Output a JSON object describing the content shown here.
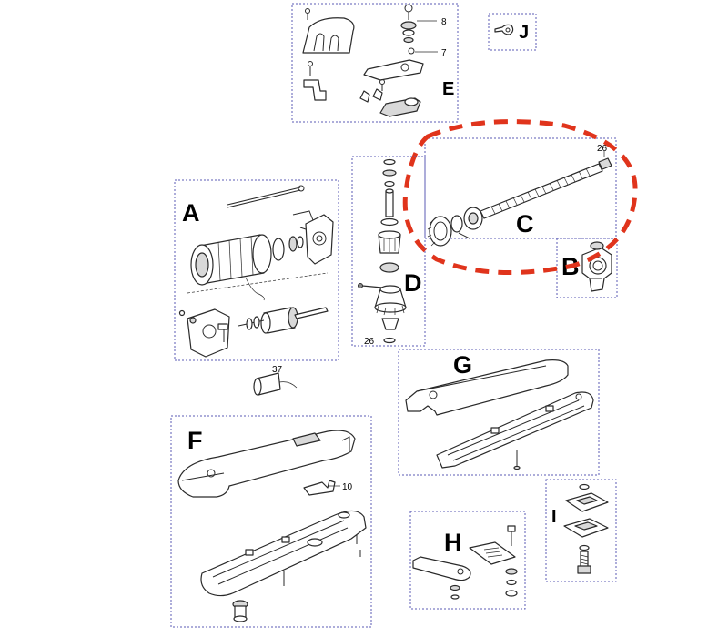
{
  "groups": [
    {
      "id": "A",
      "label": "A"
    },
    {
      "id": "B",
      "label": "B"
    },
    {
      "id": "C",
      "label": "C"
    },
    {
      "id": "D",
      "label": "D"
    },
    {
      "id": "E",
      "label": "E"
    },
    {
      "id": "F",
      "label": "F"
    },
    {
      "id": "G",
      "label": "G"
    },
    {
      "id": "H",
      "label": "H"
    },
    {
      "id": "I",
      "label": "I"
    },
    {
      "id": "J",
      "label": "J"
    }
  ],
  "callouts": {
    "n8": "8",
    "n7": "7",
    "n26_top": "26",
    "n26_d": "26",
    "n37": "37",
    "n10": "10"
  },
  "highlight": {
    "target_group": "C",
    "color": "#e0341c",
    "style": "dashed ellipse"
  },
  "colors": {
    "group_border": "#5b5bb5",
    "line_art": "#2a2a2a"
  }
}
